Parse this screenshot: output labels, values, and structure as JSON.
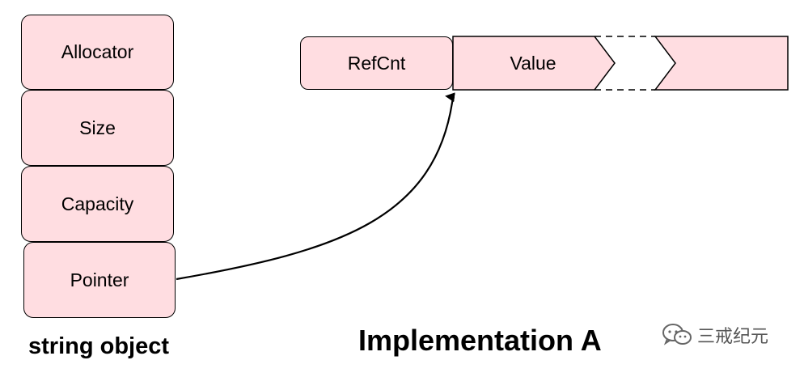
{
  "string_object": {
    "fields": [
      "Allocator",
      "Size",
      "Capacity",
      "Pointer"
    ],
    "caption": "string object"
  },
  "heap_block": {
    "refcnt_label": "RefCnt",
    "value_label": "Value"
  },
  "implementation_caption": "Implementation A",
  "watermark": {
    "text": "三戒纪元",
    "icon": "wechat-icon"
  },
  "colors": {
    "box_fill": "#ffdde1",
    "outline": "#000000"
  }
}
